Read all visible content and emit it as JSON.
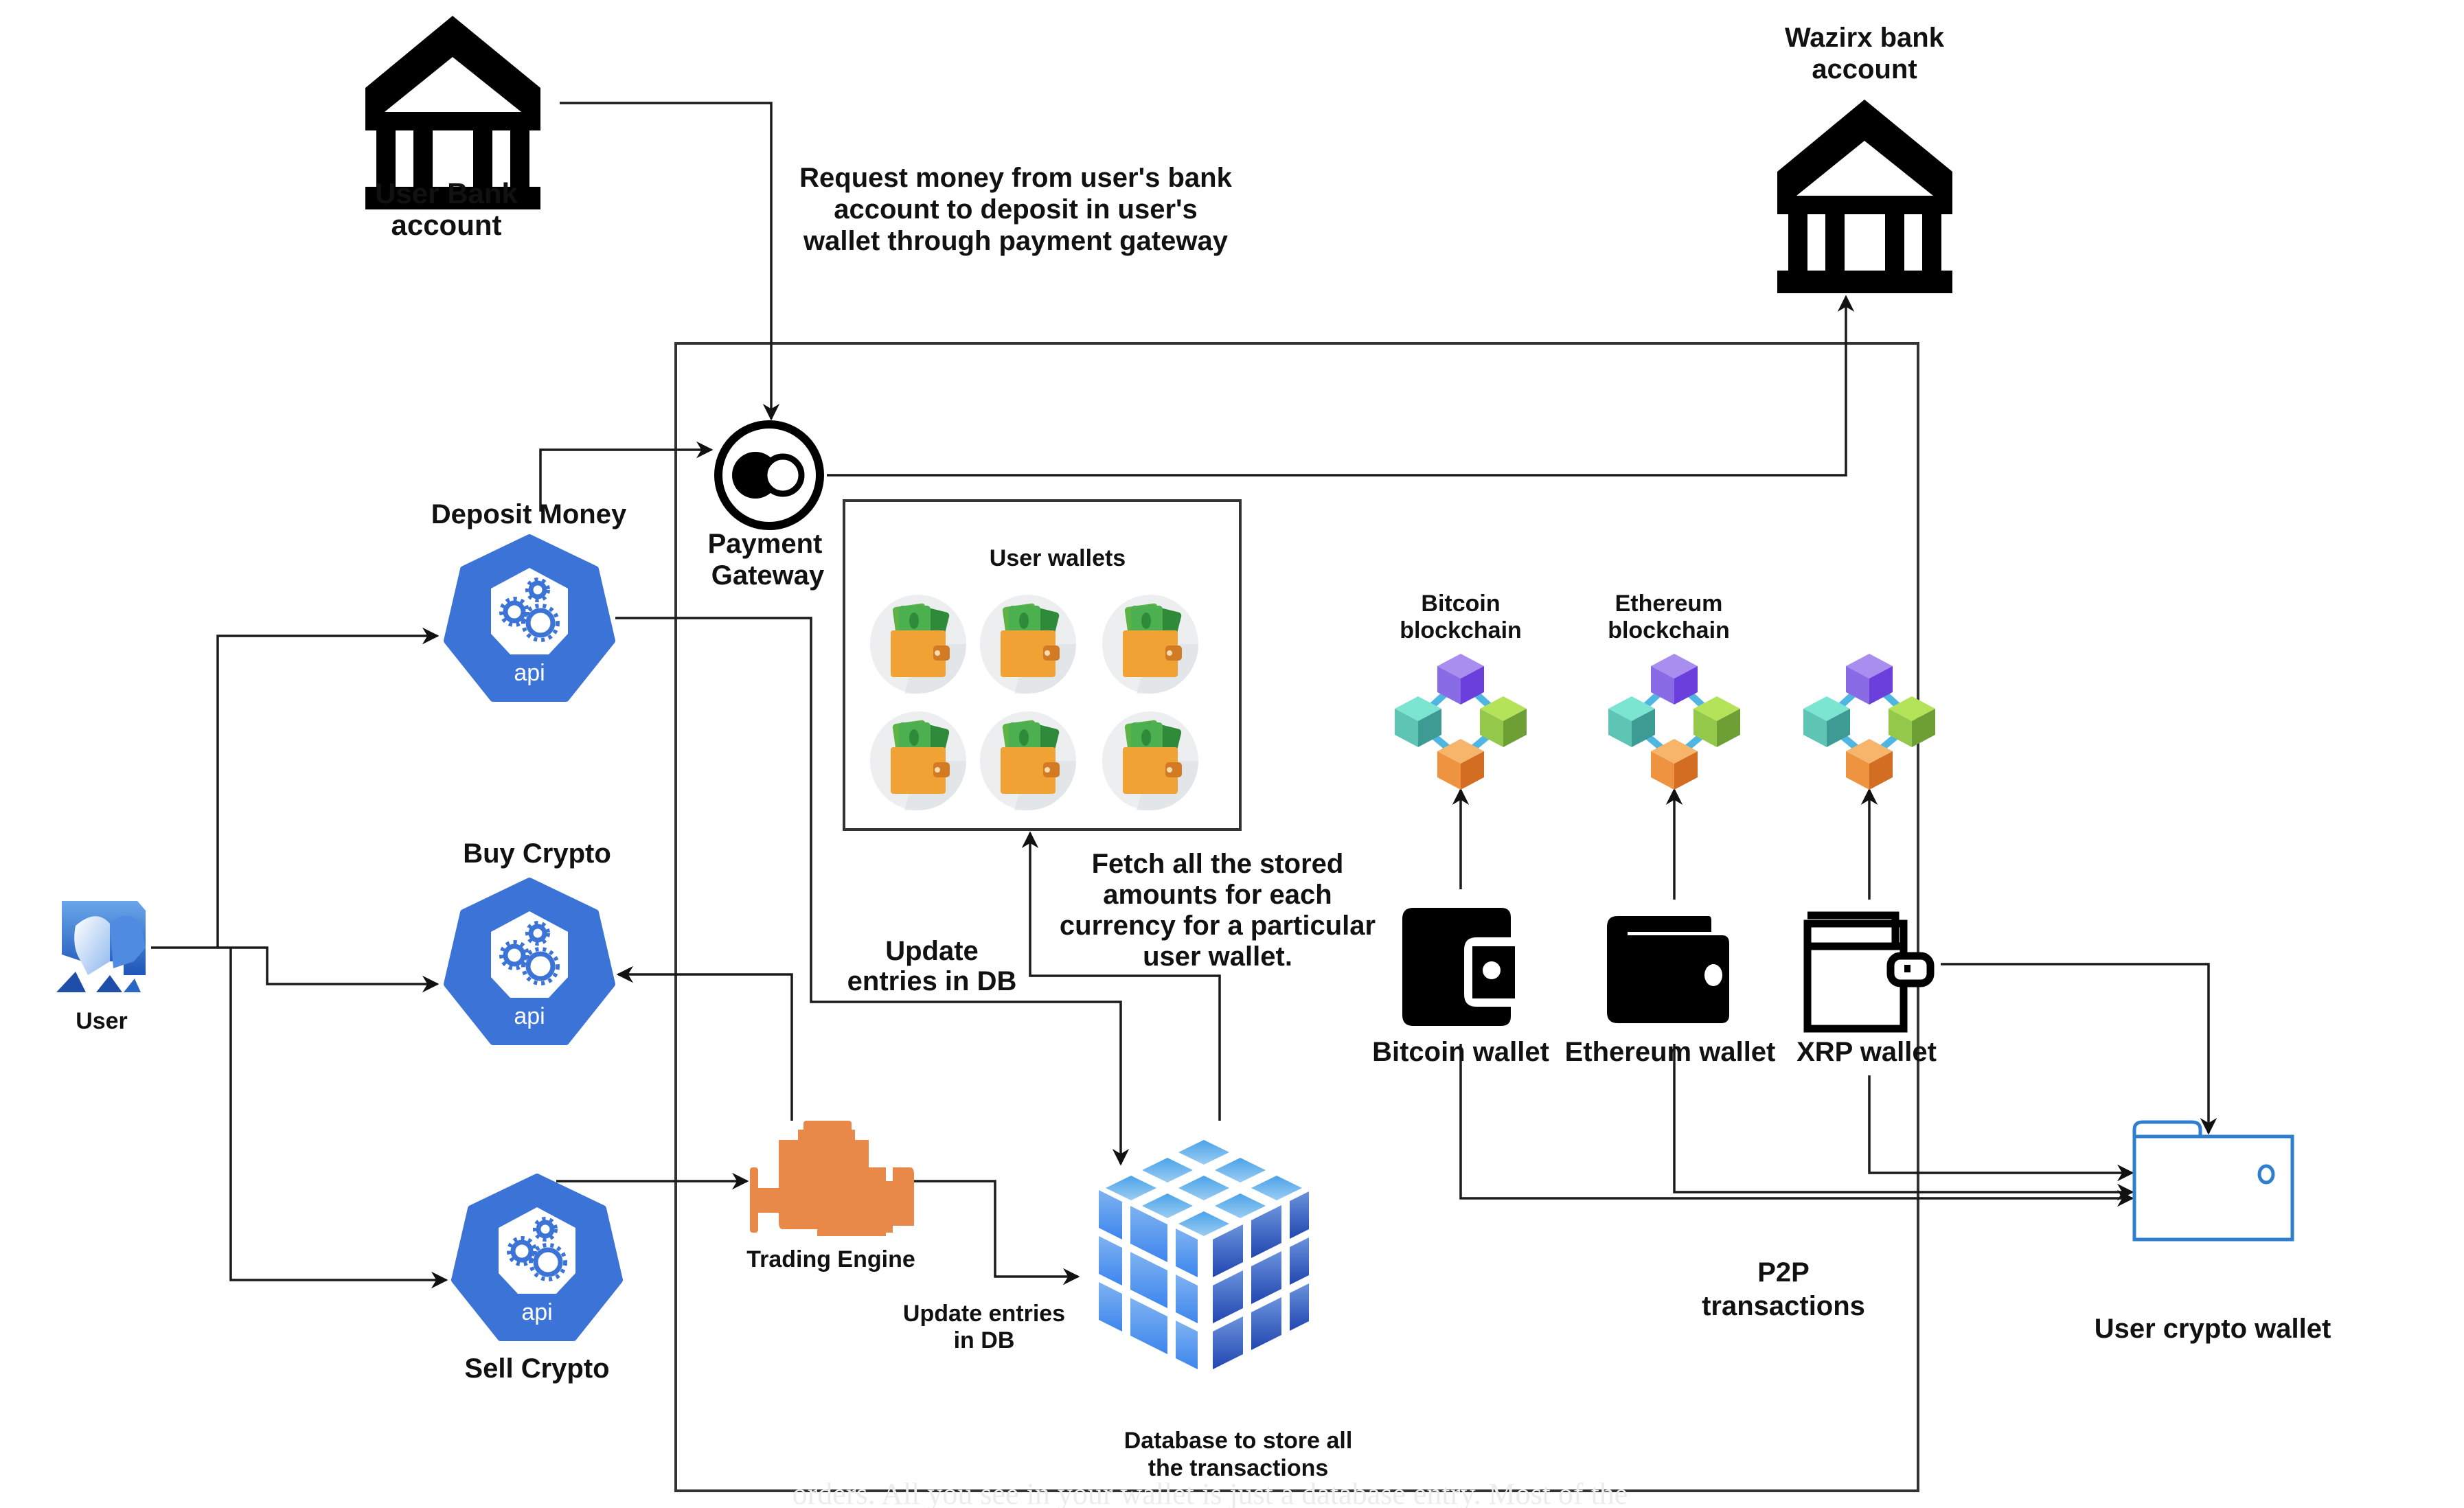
{
  "diagram": {
    "title": "Crypto exchange (Wazirx) wallet architecture",
    "nodes": {
      "user": {
        "label": "User",
        "icon": "user-group-icon"
      },
      "user_bank": {
        "label_line1": "User Bank",
        "label_line2": "account",
        "icon": "bank-icon"
      },
      "wazirx_bank": {
        "label_line1": "Wazirx bank",
        "label_line2": "account",
        "icon": "bank-icon"
      },
      "payment_gateway": {
        "label_line1": "Payment",
        "label_line2": "Gateway",
        "icon": "payment-gateway-icon"
      },
      "deposit_api": {
        "label": "Deposit Money",
        "badge": "api",
        "icon": "api-gears-icon"
      },
      "buy_api": {
        "label": "Buy Crypto",
        "badge": "api",
        "icon": "api-gears-icon"
      },
      "sell_api": {
        "label": "Sell Crypto",
        "badge": "api",
        "icon": "api-gears-icon"
      },
      "trading_engine": {
        "label": "Trading Engine",
        "icon": "engine-icon"
      },
      "database": {
        "label_line1": "Database to store all",
        "label_line2": "the transactions",
        "icon": "database-cube-icon"
      },
      "user_wallets": {
        "title": "User wallets",
        "wallet_count": 6,
        "icon": "money-wallet-icon"
      },
      "bitcoin_blockchain": {
        "label_line1": "Bitcoin",
        "label_line2": "blockchain",
        "icon": "blockchain-icon"
      },
      "ethereum_blockchain": {
        "label_line1": "Ethereum",
        "label_line2": "blockchain",
        "icon": "blockchain-icon"
      },
      "xrp_blockchain": {
        "icon": "blockchain-icon"
      },
      "bitcoin_wallet": {
        "label": "Bitcoin wallet",
        "icon": "wallet-icon"
      },
      "ethereum_wallet": {
        "label": "Ethereum wallet",
        "icon": "wallet-icon"
      },
      "xrp_wallet": {
        "label": "XRP wallet",
        "icon": "wallet-outline-icon"
      },
      "user_crypto_wallet": {
        "label": "User crypto wallet",
        "icon": "wallet-outline-icon"
      }
    },
    "annotations": {
      "request_money": [
        "Request money from user's bank",
        "account to deposit in user's",
        "wallet through payment gateway"
      ],
      "update_entries_upper": [
        "Update",
        "entries in DB"
      ],
      "fetch_amounts": [
        "Fetch all the stored",
        "amounts for each",
        "currency for a particular",
        "user wallet."
      ],
      "update_entries_lower": [
        "Update entries",
        "in DB"
      ],
      "p2p": [
        "P2P",
        "transactions"
      ]
    },
    "ghost_caption": "orders. All you see in your wallet is just a database entry. Most of the",
    "colors": {
      "api_blue": "#3b73d6",
      "engine_orange": "#e8894a",
      "wallet_orange": "#f0a234",
      "cash_green": "#4caf50",
      "db_blue": "#4a8ee8",
      "crypto_wallet_blue": "#2f7fd0",
      "line": "#1a1a1a"
    }
  }
}
